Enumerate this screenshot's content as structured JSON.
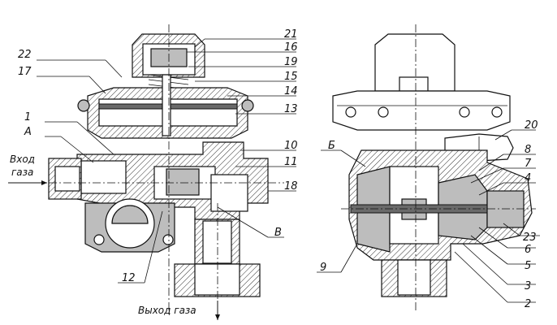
{
  "left_view": {
    "inlet_label": "Вход\nгаза",
    "outlet_label": "Выход газа",
    "part_labels": [
      {
        "id": "A",
        "text": "А"
      },
      {
        "id": "1",
        "text": "1"
      },
      {
        "id": "17",
        "text": "17"
      },
      {
        "id": "22",
        "text": "22"
      },
      {
        "id": "21",
        "text": "21"
      },
      {
        "id": "16",
        "text": "16"
      },
      {
        "id": "19",
        "text": "19"
      },
      {
        "id": "15",
        "text": "15"
      },
      {
        "id": "14",
        "text": "14"
      },
      {
        "id": "13",
        "text": "13"
      },
      {
        "id": "10",
        "text": "10"
      },
      {
        "id": "11",
        "text": "11"
      },
      {
        "id": "18",
        "text": "18"
      },
      {
        "id": "B",
        "text": "В"
      },
      {
        "id": "12",
        "text": "12"
      }
    ]
  },
  "right_view": {
    "part_labels": [
      {
        "id": "Б",
        "text": "Б"
      },
      {
        "id": "20",
        "text": "20"
      },
      {
        "id": "8",
        "text": "8"
      },
      {
        "id": "7",
        "text": "7"
      },
      {
        "id": "4",
        "text": "4"
      },
      {
        "id": "23",
        "text": "23"
      },
      {
        "id": "6",
        "text": "6"
      },
      {
        "id": "5",
        "text": "5"
      },
      {
        "id": "3",
        "text": "3"
      },
      {
        "id": "2",
        "text": "2"
      },
      {
        "id": "9",
        "text": "9"
      }
    ]
  }
}
